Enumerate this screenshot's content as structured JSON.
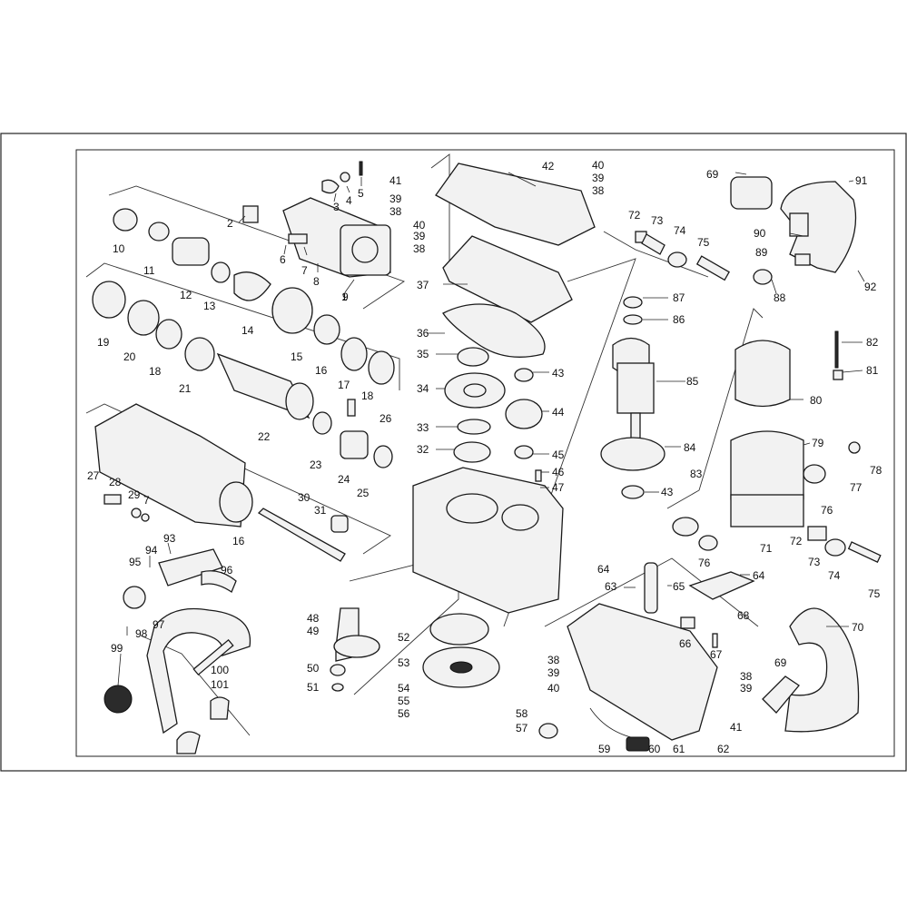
{
  "diagram": {
    "labels": [
      "1",
      "2",
      "3",
      "4",
      "5",
      "6",
      "7",
      "8",
      "9",
      "10",
      "11",
      "12",
      "13",
      "14",
      "15",
      "16",
      "17",
      "18",
      "19",
      "20",
      "21",
      "22",
      "23",
      "24",
      "25",
      "26",
      "27",
      "28",
      "29",
      "30",
      "31",
      "32",
      "33",
      "34",
      "35",
      "36",
      "37",
      "38",
      "39",
      "40",
      "41",
      "42",
      "43",
      "44",
      "45",
      "46",
      "47",
      "48",
      "49",
      "50",
      "51",
      "52",
      "53",
      "54",
      "55",
      "56",
      "57",
      "58",
      "59",
      "60",
      "61",
      "62",
      "63",
      "64",
      "65",
      "66",
      "67",
      "68",
      "69",
      "70",
      "71",
      "72",
      "73",
      "74",
      "75",
      "76",
      "77",
      "78",
      "79",
      "80",
      "81",
      "82",
      "83",
      "84",
      "85",
      "86",
      "87",
      "88",
      "89",
      "90",
      "91",
      "92",
      "93",
      "94",
      "95",
      "96",
      "97",
      "98",
      "99",
      "100",
      "101"
    ]
  }
}
